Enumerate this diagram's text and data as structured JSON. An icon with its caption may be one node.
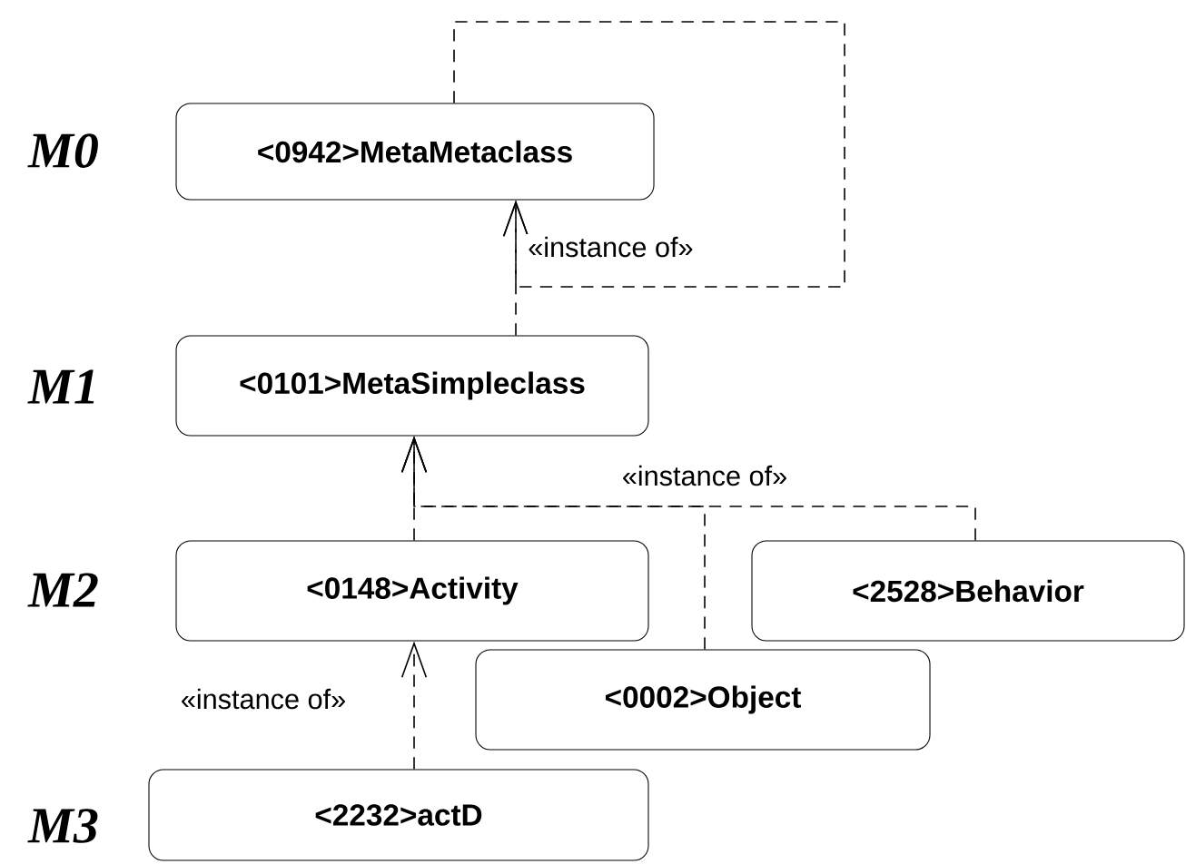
{
  "diagram": {
    "nodes": [
      {
        "text": [
          "<0942>MetaMetaclass"
        ]
      },
      {
        "text": [
          "<0101>MetaSimpleclass"
        ]
      },
      {
        "text": [
          "<0148>Activity"
        ]
      },
      {
        "text": [
          "<2528>Behavior"
        ]
      },
      {
        "text": [
          "<0002>Object"
        ]
      },
      {
        "text": [
          "<2232>actD"
        ]
      }
    ],
    "edges": [
      {
        "from": 0,
        "to": 0,
        "arrow": "to",
        "style": "dashed",
        "label": "«instance of»"
      },
      {
        "from": 1,
        "to": 0,
        "arrow": "to",
        "style": "dashed"
      },
      {
        "from": 2,
        "to": 1,
        "arrow": "to",
        "style": "dashed"
      },
      {
        "from": 4,
        "to": 1,
        "arrow": "to",
        "style": "dashed",
        "label": "«instance of»"
      },
      {
        "from": 3,
        "to": 1,
        "arrow": "to",
        "style": "dashed"
      },
      {
        "from": 5,
        "to": 2,
        "arrow": "to",
        "style": "dashed",
        "label": "«instance of»"
      }
    ],
    "labels": [
      "M0",
      "M1",
      "M2",
      "M3"
    ]
  }
}
